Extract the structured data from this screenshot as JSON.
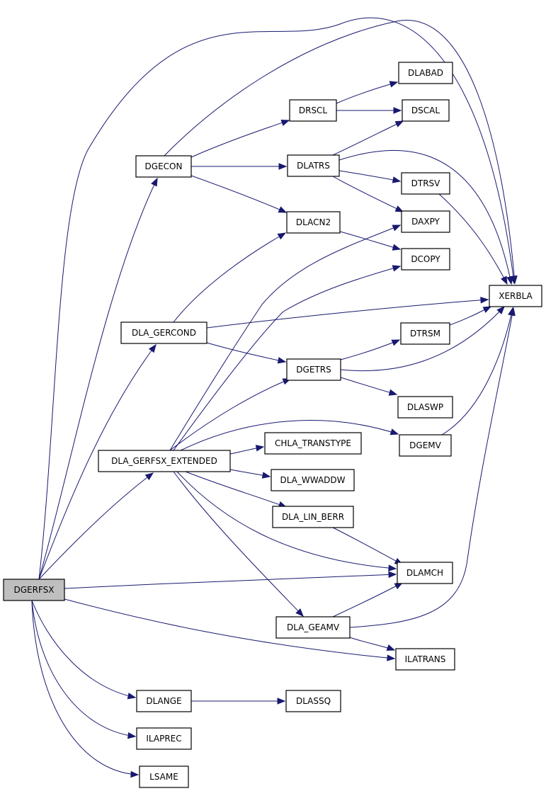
{
  "diagram": {
    "colors": {
      "edge": "#191970",
      "node_border": "#000000",
      "root_fill": "#bfbfbf",
      "node_fill": "#ffffff"
    },
    "nodes": [
      {
        "id": "DGERFSX",
        "label": "DGERFSX",
        "root": true
      },
      {
        "id": "DGECON",
        "label": "DGECON"
      },
      {
        "id": "DRSCL",
        "label": "DRSCL"
      },
      {
        "id": "DLABAD",
        "label": "DLABAD"
      },
      {
        "id": "DSCAL",
        "label": "DSCAL"
      },
      {
        "id": "DLATRS",
        "label": "DLATRS"
      },
      {
        "id": "DTRSV",
        "label": "DTRSV"
      },
      {
        "id": "DAXPY",
        "label": "DAXPY"
      },
      {
        "id": "DLACN2",
        "label": "DLACN2"
      },
      {
        "id": "DCOPY",
        "label": "DCOPY"
      },
      {
        "id": "XERBLA",
        "label": "XERBLA"
      },
      {
        "id": "DLA_GERCOND",
        "label": "DLA_GERCOND"
      },
      {
        "id": "DTRSM",
        "label": "DTRSM"
      },
      {
        "id": "DGETRS",
        "label": "DGETRS"
      },
      {
        "id": "DLASWP",
        "label": "DLASWP"
      },
      {
        "id": "DGEMV",
        "label": "DGEMV"
      },
      {
        "id": "CHLA_TRANSTYPE",
        "label": "CHLA_TRANSTYPE"
      },
      {
        "id": "DLA_GERFSX_EXTENDED",
        "label": "DLA_GERFSX_EXTENDED"
      },
      {
        "id": "DLA_WWADDW",
        "label": "DLA_WWADDW"
      },
      {
        "id": "DLA_LIN_BERR",
        "label": "DLA_LIN_BERR"
      },
      {
        "id": "DLAMCH",
        "label": "DLAMCH"
      },
      {
        "id": "DLA_GEAMV",
        "label": "DLA_GEAMV"
      },
      {
        "id": "ILATRANS",
        "label": "ILATRANS"
      },
      {
        "id": "DLANGE",
        "label": "DLANGE"
      },
      {
        "id": "DLASSQ",
        "label": "DLASSQ"
      },
      {
        "id": "ILAPREC",
        "label": "ILAPREC"
      },
      {
        "id": "LSAME",
        "label": "LSAME"
      }
    ],
    "edges": [
      [
        "DGERFSX",
        "DGECON"
      ],
      [
        "DGERFSX",
        "XERBLA"
      ],
      [
        "DGERFSX",
        "DLA_GERCOND"
      ],
      [
        "DGERFSX",
        "DLA_GERFSX_EXTENDED"
      ],
      [
        "DGERFSX",
        "DLAMCH"
      ],
      [
        "DGERFSX",
        "ILATRANS"
      ],
      [
        "DGERFSX",
        "DLANGE"
      ],
      [
        "DGERFSX",
        "ILAPREC"
      ],
      [
        "DGERFSX",
        "LSAME"
      ],
      [
        "DGECON",
        "DRSCL"
      ],
      [
        "DGECON",
        "DLATRS"
      ],
      [
        "DGECON",
        "DLACN2"
      ],
      [
        "DGECON",
        "XERBLA"
      ],
      [
        "DRSCL",
        "DLABAD"
      ],
      [
        "DRSCL",
        "DSCAL"
      ],
      [
        "DLATRS",
        "DSCAL"
      ],
      [
        "DLATRS",
        "DTRSV"
      ],
      [
        "DLATRS",
        "DAXPY"
      ],
      [
        "DLATRS",
        "XERBLA"
      ],
      [
        "DTRSV",
        "XERBLA"
      ],
      [
        "DLACN2",
        "DCOPY"
      ],
      [
        "DLA_GERCOND",
        "DLACN2"
      ],
      [
        "DLA_GERCOND",
        "DGETRS"
      ],
      [
        "DLA_GERCOND",
        "XERBLA"
      ],
      [
        "DGETRS",
        "DTRSM"
      ],
      [
        "DGETRS",
        "DLASWP"
      ],
      [
        "DGETRS",
        "XERBLA"
      ],
      [
        "DTRSM",
        "XERBLA"
      ],
      [
        "DGEMV",
        "XERBLA"
      ],
      [
        "DLA_GERFSX_EXTENDED",
        "DAXPY"
      ],
      [
        "DLA_GERFSX_EXTENDED",
        "DCOPY"
      ],
      [
        "DLA_GERFSX_EXTENDED",
        "DGETRS"
      ],
      [
        "DLA_GERFSX_EXTENDED",
        "DGEMV"
      ],
      [
        "DLA_GERFSX_EXTENDED",
        "CHLA_TRANSTYPE"
      ],
      [
        "DLA_GERFSX_EXTENDED",
        "DLA_WWADDW"
      ],
      [
        "DLA_GERFSX_EXTENDED",
        "DLA_LIN_BERR"
      ],
      [
        "DLA_GERFSX_EXTENDED",
        "DLAMCH"
      ],
      [
        "DLA_GERFSX_EXTENDED",
        "DLA_GEAMV"
      ],
      [
        "DLA_LIN_BERR",
        "DLAMCH"
      ],
      [
        "DLA_GEAMV",
        "DLAMCH"
      ],
      [
        "DLA_GEAMV",
        "ILATRANS"
      ],
      [
        "DLA_GEAMV",
        "XERBLA"
      ],
      [
        "DLANGE",
        "DLASSQ"
      ]
    ]
  }
}
